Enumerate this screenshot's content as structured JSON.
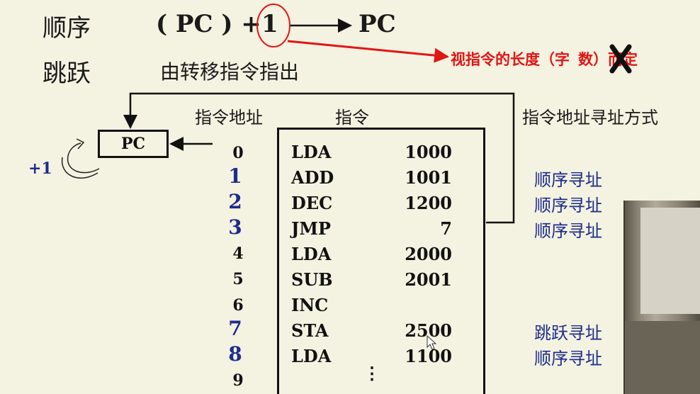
{
  "slide": {
    "seq_label": "顺序",
    "seq_formula_left": "( PC ) + ",
    "seq_formula_one": "1",
    "seq_formula_right": "PC",
    "jump_label": "跳跃",
    "jump_desc": "由转移指令指出",
    "annotation": "视指令的长度（字",
    "annotation_tail": "数）而定",
    "header_addr": "指令地址",
    "header_instr": "指令",
    "header_mode": "指令地址寻址方式",
    "pc_label": "PC",
    "plus_one": "+1",
    "rows": [
      {
        "addr": "0",
        "op": "LDA",
        "operand": "1000",
        "mode": ""
      },
      {
        "addr": "1",
        "op": "ADD",
        "operand": "1001",
        "mode": "顺序寻址"
      },
      {
        "addr": "2",
        "op": "DEC",
        "operand": "1200",
        "mode": "顺序寻址"
      },
      {
        "addr": "3",
        "op": "JMP",
        "operand": "7",
        "mode": "顺序寻址"
      },
      {
        "addr": "4",
        "op": "LDA",
        "operand": "2000",
        "mode": ""
      },
      {
        "addr": "5",
        "op": "SUB",
        "operand": "2001",
        "mode": ""
      },
      {
        "addr": "6",
        "op": "INC",
        "operand": "",
        "mode": ""
      },
      {
        "addr": "7",
        "op": "STA",
        "operand": "2500",
        "mode": "跳跃寻址"
      },
      {
        "addr": "8",
        "op": "LDA",
        "operand": "1100",
        "mode": "顺序寻址"
      },
      {
        "addr": "9",
        "op": "",
        "operand": "",
        "mode": ""
      }
    ],
    "ellipsis": "⋮"
  },
  "colors": {
    "background": "#f4f2e1",
    "text": "#1a1a1a",
    "blue": "#1c2d8c",
    "red_annotation": "#e01616"
  }
}
